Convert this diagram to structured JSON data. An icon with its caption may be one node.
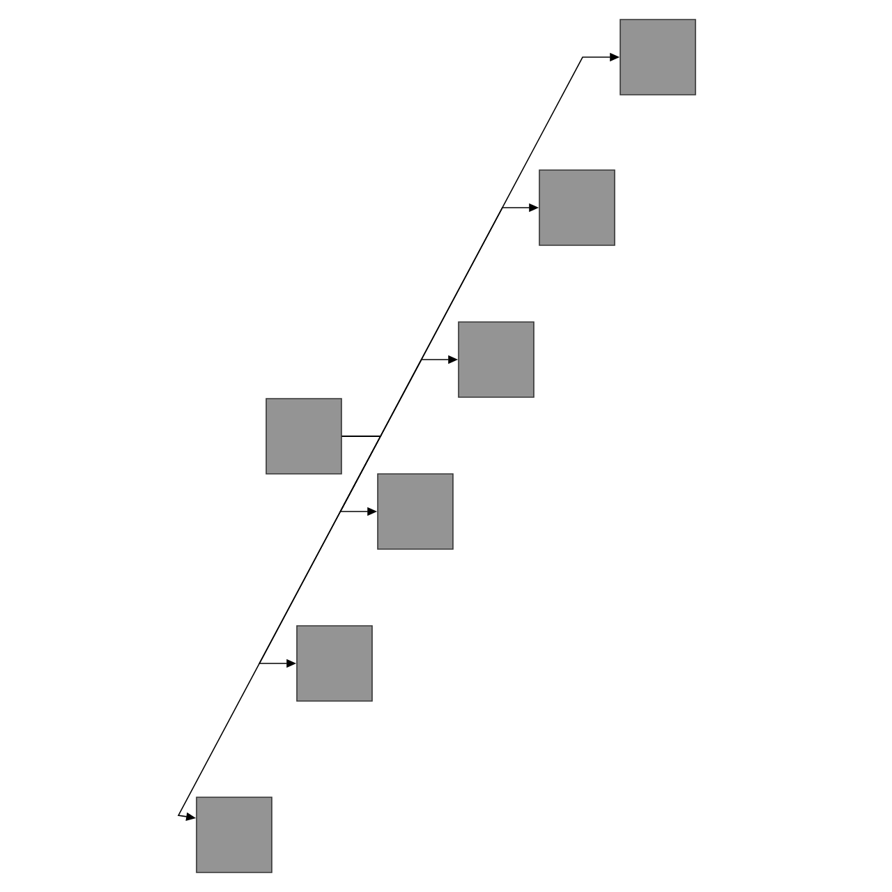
{
  "diagram": {
    "nodes": [
      {
        "text": [],
        "shape": "box"
      },
      {
        "text": [],
        "shape": "box"
      },
      {
        "text": [],
        "shape": "box"
      },
      {
        "text": [],
        "shape": "box"
      },
      {
        "text": [],
        "shape": "box"
      },
      {
        "text": [],
        "shape": "box"
      },
      {
        "text": [],
        "shape": "box"
      }
    ],
    "edges": [
      {
        "from": 3,
        "to": 0,
        "arrow": "to"
      },
      {
        "from": 3,
        "to": 1,
        "arrow": "to"
      },
      {
        "from": 3,
        "to": 2,
        "arrow": "to"
      },
      {
        "from": 3,
        "to": 4,
        "arrow": "to"
      },
      {
        "from": 3,
        "to": 5,
        "arrow": "to"
      },
      {
        "from": 3,
        "to": 6,
        "arrow": "to"
      }
    ]
  }
}
